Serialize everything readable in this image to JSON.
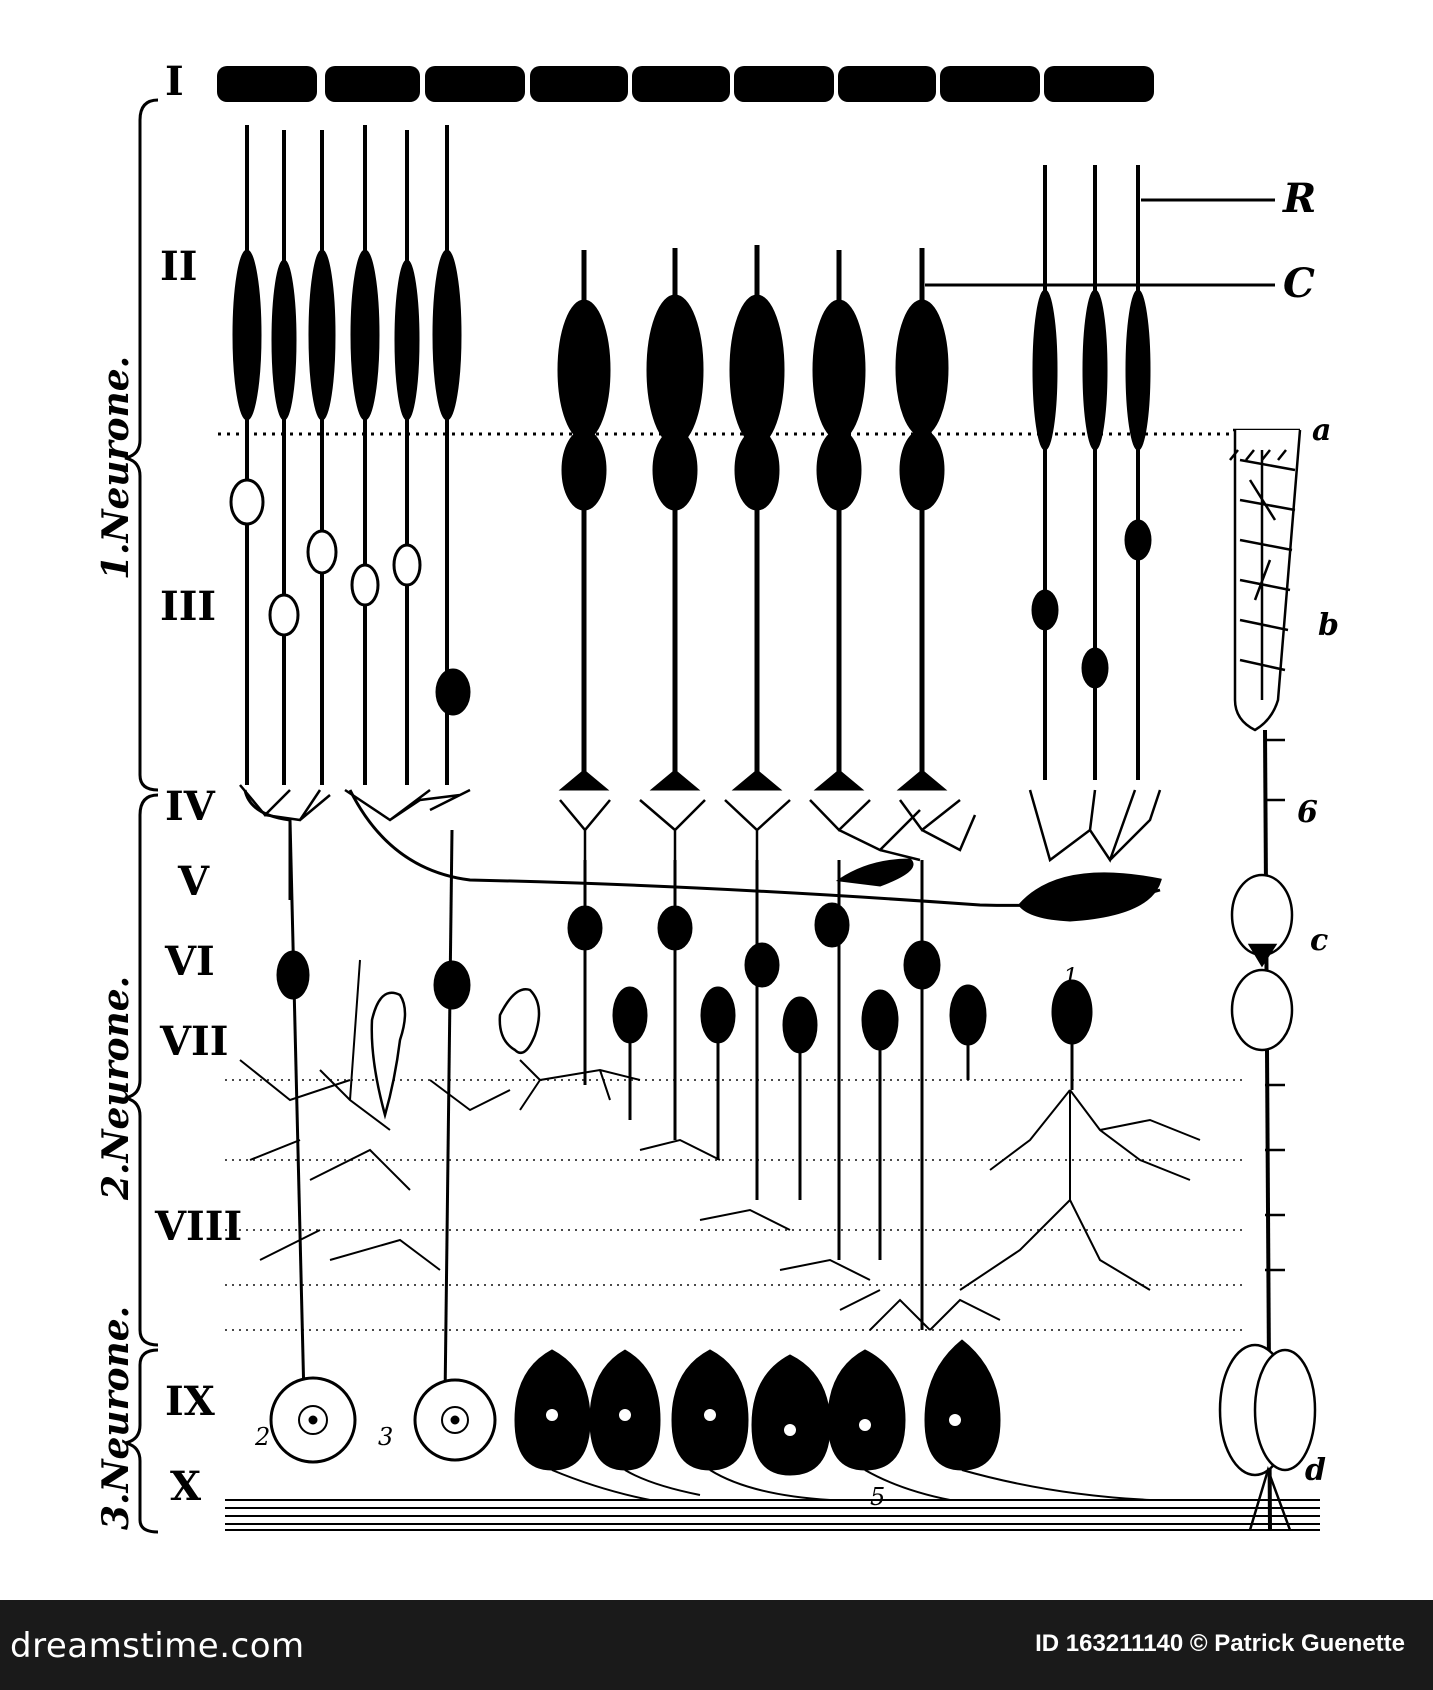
{
  "layers": [
    "I",
    "II",
    "III",
    "IV",
    "V",
    "VI",
    "VII",
    "VIII",
    "IX",
    "X"
  ],
  "letters": {
    "R": "R",
    "C": "C",
    "a": "a",
    "b": "b",
    "six": "6",
    "c": "c",
    "d": "d"
  },
  "numbers": {
    "one": "1",
    "two": "2",
    "three": "3",
    "five": "5"
  },
  "neurones": {
    "first": "1.Neurone.",
    "second": "2.Neurone.",
    "third": "3.Neurone."
  },
  "footer": {
    "logo": "dreamstime.com",
    "credit": "ID 163211140 © Patrick Guenette"
  },
  "colors": {
    "ink": "#000000",
    "paper": "#ffffff",
    "footer_bg": "#1a1a1a",
    "footer_text": "#ffffff"
  }
}
